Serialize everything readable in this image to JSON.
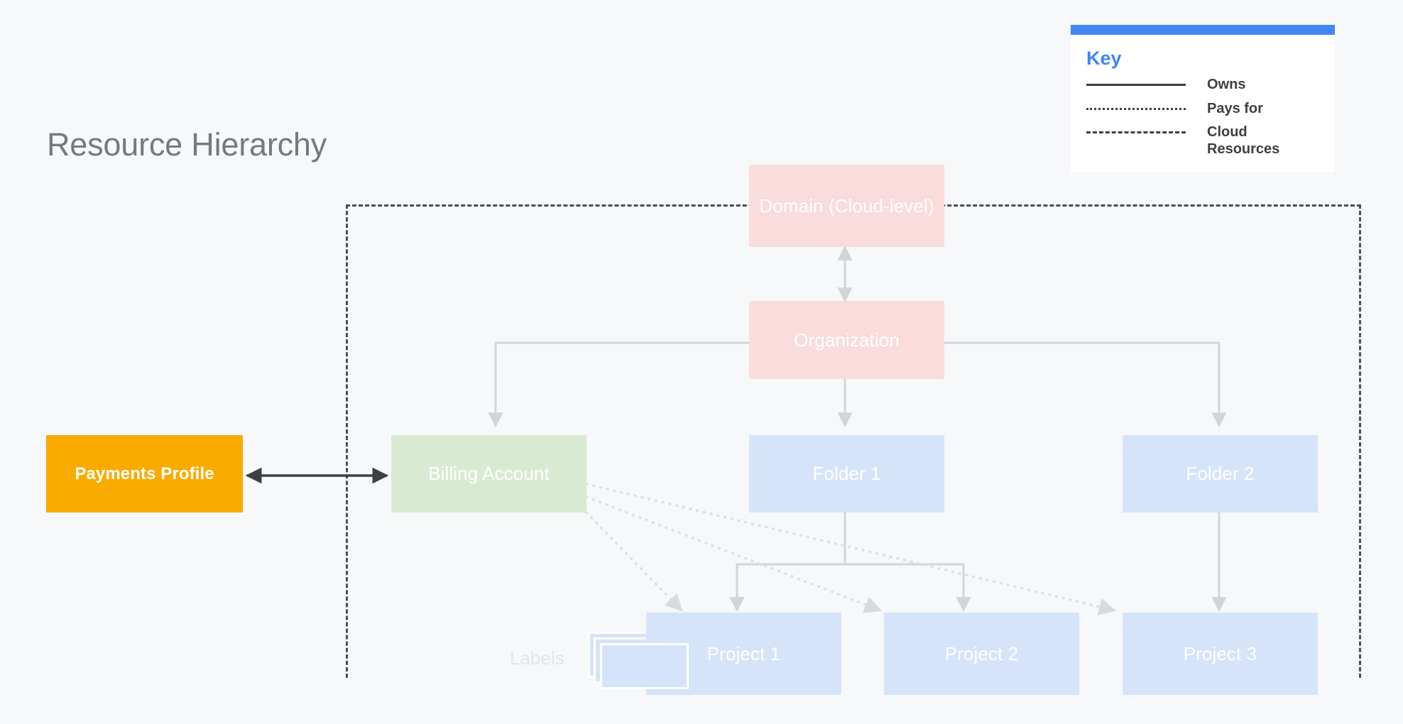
{
  "page": {
    "title": "Resource Hierarchy",
    "background_color": "#f6f8fa"
  },
  "legend": {
    "title": "Key",
    "accent_color": "#4285f4",
    "items": [
      {
        "style": "solid",
        "label": "Owns"
      },
      {
        "style": "dotted",
        "label": "Pays for"
      },
      {
        "style": "dashed",
        "label": "Cloud Resources"
      }
    ]
  },
  "nodes": {
    "domain": {
      "label": "Domain (Cloud-level)",
      "color": "#fadcdc"
    },
    "organization": {
      "label": "Organization",
      "color": "#fadcdc"
    },
    "billing": {
      "label": "Billing Account",
      "color": "#d9ead3"
    },
    "payments": {
      "label": "Payments Profile",
      "color": "#f9ab00"
    },
    "folder1": {
      "label": "Folder 1",
      "color": "#d6e4fa"
    },
    "folder2": {
      "label": "Folder 2",
      "color": "#d6e4fa"
    },
    "project1": {
      "label": "Project 1",
      "color": "#d6e4fa"
    },
    "project2": {
      "label": "Project 2",
      "color": "#d6e4fa"
    },
    "project3": {
      "label": "Project 3",
      "color": "#d6e4fa"
    },
    "labels": {
      "label": "Labels"
    }
  }
}
